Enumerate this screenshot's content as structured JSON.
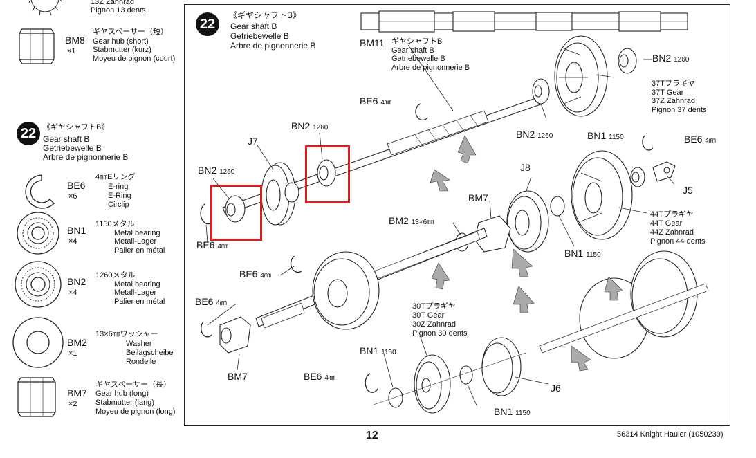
{
  "sidebar": {
    "top_item": {
      "line1": "13Z Zahnrad",
      "line2": "Pignon 13 dents"
    },
    "parts": [
      {
        "code": "BM8",
        "qty": "×1",
        "jp": "ギヤスペーサー（短）",
        "en": "Gear hub (short)",
        "de": "Stabmutter (kurz)",
        "fr": "Moyeu de pignon (court)"
      },
      {
        "code": "BE6",
        "qty": "×6",
        "jp": "4㎜Eリング",
        "en": "E-ring",
        "de": "E-Ring",
        "fr": "Circlip"
      },
      {
        "code": "BN1",
        "qty": "×4",
        "jp": "1150メタル",
        "en": "Metal bearing",
        "de": "Metall-Lager",
        "fr": "Palier en métal"
      },
      {
        "code": "BN2",
        "qty": "×4",
        "jp": "1260メタル",
        "en": "Metal bearing",
        "de": "Metall-Lager",
        "fr": "Palier en métal"
      },
      {
        "code": "BM2",
        "qty": "×1",
        "jp": "13×6㎜ワッシャー",
        "en": "Washer",
        "de": "Beilagscheibe",
        "fr": "Rondelle"
      },
      {
        "code": "BM7",
        "qty": "×2",
        "jp": "ギヤスペーサー（長）",
        "en": "Gear hub (long)",
        "de": "Stabmutter (lang)",
        "fr": "Moyeu de pignon (long)"
      }
    ],
    "step": {
      "number": "22",
      "jp": "《ギヤシャフトB》",
      "en": "Gear shaft B",
      "de": "Getriebewelle B",
      "fr": "Arbre de pignonnerie B"
    }
  },
  "main": {
    "step": {
      "number": "22",
      "jp": "《ギヤシャフトB》",
      "en": "Gear shaft B",
      "de": "Getriebewelle B",
      "fr": "Arbre de pignonnerie B"
    },
    "bm11": {
      "code": "BM11",
      "jp": "ギヤシャフトB",
      "en": "Gear shaft B",
      "de": "Getriebewelle B",
      "fr": "Arbre de pignonnerie B"
    },
    "gear37": {
      "jp": "37Tプラギヤ",
      "en": "37T Gear",
      "de": "37Z Zahnrad",
      "fr": "Pignon 37 dents"
    },
    "gear44": {
      "jp": "44Tプラギヤ",
      "en": "44T Gear",
      "de": "44Z Zahnrad",
      "fr": "Pignon 44 dents"
    },
    "gear30": {
      "jp": "30Tプラギヤ",
      "en": "30T Gear",
      "de": "30Z Zahnrad",
      "fr": "Pignon 30 dents"
    },
    "labels": {
      "bn2": "BN2",
      "bn2_size": "1260",
      "bn1": "BN1",
      "bn1_size": "1150",
      "be6": "BE6",
      "be6_size": "4㎜",
      "bm2": "BM2",
      "bm2_size": "13×6㎜",
      "bm7": "BM7",
      "j5": "J5",
      "j6": "J6",
      "j7": "J7",
      "j8": "J8"
    }
  },
  "footer": {
    "page_number": "12",
    "model": "56314  Knight Hauler (1050239)"
  }
}
